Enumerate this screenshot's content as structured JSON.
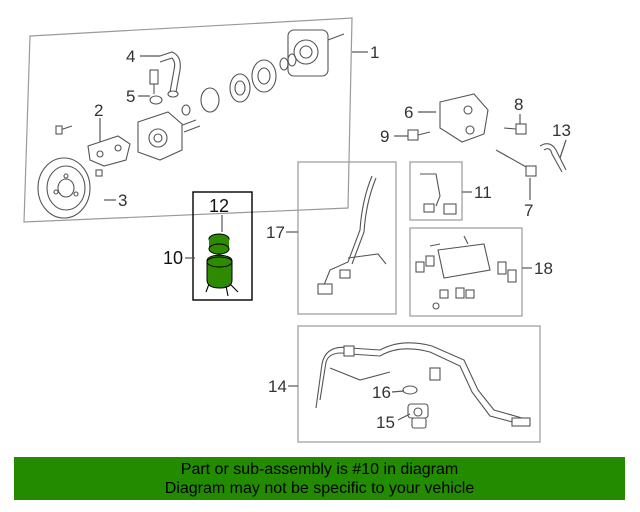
{
  "callouts": {
    "c1": "1",
    "c2": "2",
    "c3": "3",
    "c4": "4",
    "c5": "5",
    "c6": "6",
    "c7": "7",
    "c8": "8",
    "c9": "9",
    "c10": "10",
    "c11": "11",
    "c12": "12",
    "c13": "13",
    "c14": "14",
    "c15": "15",
    "c16": "16",
    "c17": "17",
    "c18": "18"
  },
  "highlight_color": "#2e8b00",
  "banner": {
    "line1": "Part or sub-assembly is #10 in diagram",
    "line2": "Diagram may not be specific to your vehicle",
    "color": "#228b00"
  }
}
